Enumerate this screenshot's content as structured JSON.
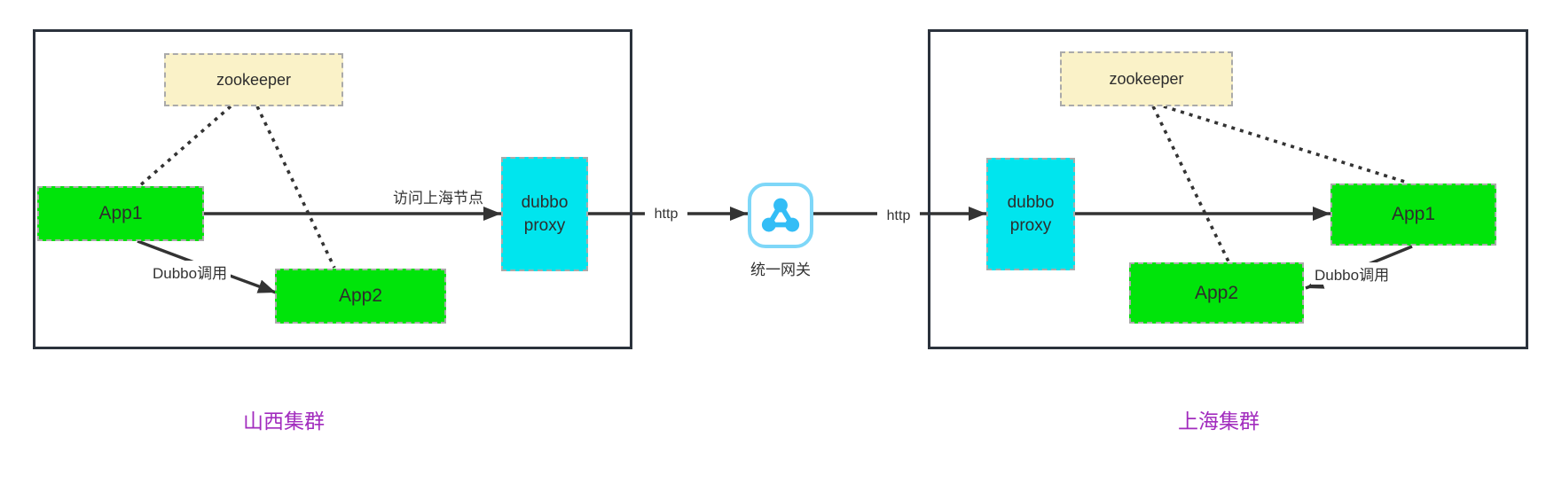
{
  "colors": {
    "cluster_border": "#2b323c",
    "node_green": "#00e40a",
    "node_cyan": "#00e5ee",
    "node_yellow": "#faf2c8",
    "dashed_border": "#aaaaaa",
    "line": "#333333",
    "caption_purple": "#a22cbe",
    "gateway_border": "#7ed7f8",
    "gateway_icon_blue": "#33bdf6"
  },
  "clusters": [
    {
      "caption": "山西集群",
      "nodes": {
        "zookeeper": "zookeeper",
        "app1": "App1",
        "app2": "App2",
        "proxy": "dubbo proxy"
      },
      "labels": {
        "edge_to_proxy": "访问上海节点",
        "dubbo_call": "Dubbo调用"
      }
    },
    {
      "caption": "上海集群",
      "nodes": {
        "zookeeper": "zookeeper",
        "app1": "App1",
        "app2": "App2",
        "proxy": "dubbo proxy"
      },
      "labels": {
        "dubbo_call": "Dubbo调用"
      }
    }
  ],
  "gateway": {
    "label": "统一网关",
    "icon": "share-network-icon"
  },
  "links": {
    "http_left": "http",
    "http_right": "http"
  }
}
